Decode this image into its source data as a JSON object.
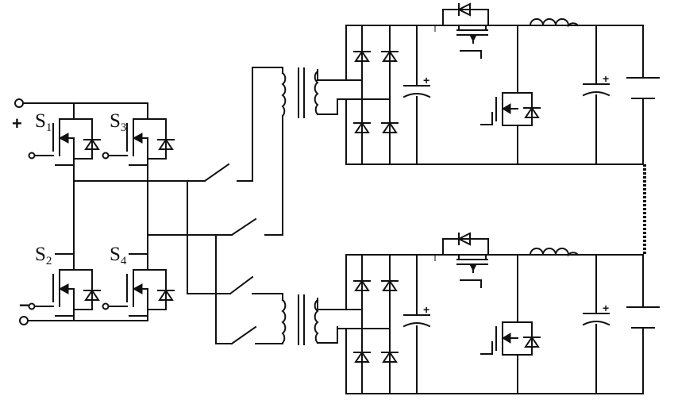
{
  "switch_labels": {
    "s1": {
      "letter": "S",
      "index": "1"
    },
    "s2": {
      "letter": "S",
      "index": "2"
    },
    "s3": {
      "letter": "S",
      "index": "3"
    },
    "s4": {
      "letter": "S",
      "index": "4"
    }
  },
  "terminals": {
    "positive": "+",
    "negative": "−"
  },
  "capacitor_polarity": "+"
}
